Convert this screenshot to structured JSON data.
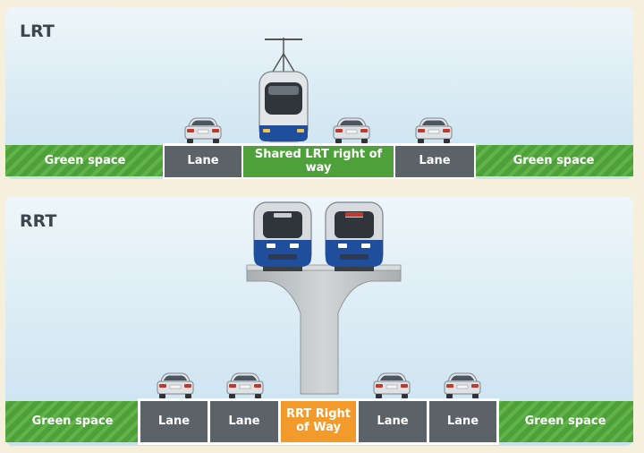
{
  "panels": {
    "lrt": {
      "title": "LRT",
      "segments": {
        "green_left": "Green space",
        "lane_left": "Lane",
        "shared_row": "Shared LRT right of way",
        "lane_right": "Lane",
        "green_right": "Green space"
      }
    },
    "rrt": {
      "title": "RRT",
      "segments": {
        "green_left": "Green space",
        "lane_1": "Lane",
        "lane_2": "Lane",
        "row_line1": "RRT Right",
        "row_line2": "of Way",
        "lane_3": "Lane",
        "lane_4": "Lane",
        "green_right": "Green space"
      }
    }
  },
  "colors": {
    "sky_top": "#eef6fa",
    "sky_bottom": "#c7e1ef",
    "green": "#4ea13a",
    "green_stripe": "#6cbe52",
    "lane": "#5b6268",
    "lane_border": "#ffffff",
    "rrt_row": "#f39a2c",
    "train_blue": "#1f4f9c",
    "concrete": "#bfc4c6"
  },
  "icons": [
    "car-icon",
    "lrt-train-icon",
    "rrt-train-icon",
    "guideway-pillar"
  ]
}
